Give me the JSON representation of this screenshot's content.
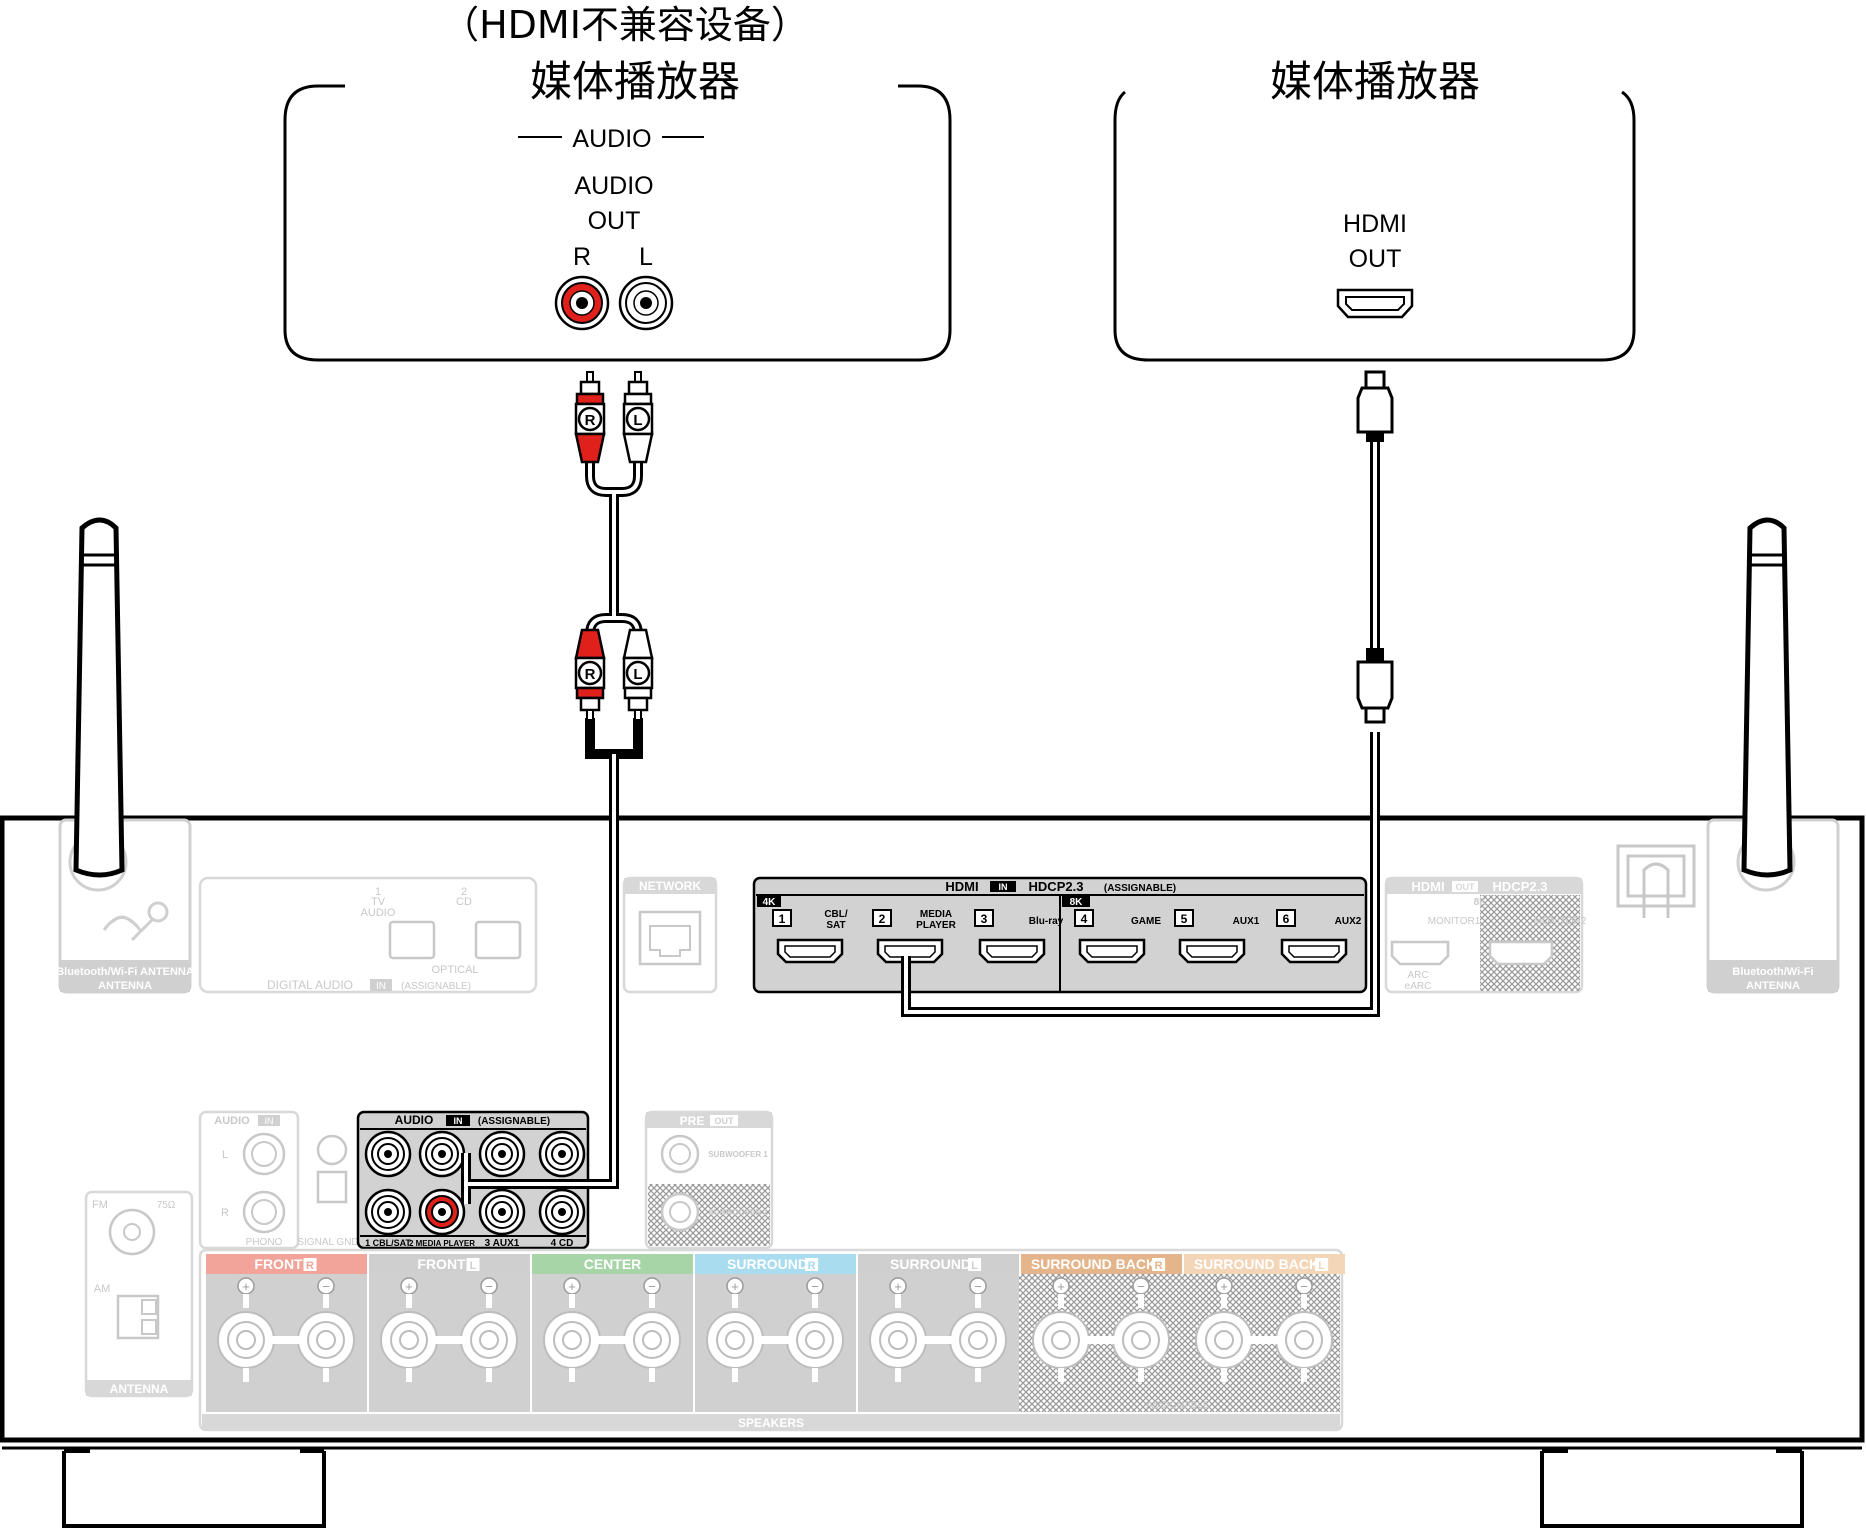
{
  "devices": {
    "left": {
      "note": "（HDMI不兼容设备）",
      "title": "媒体播放器",
      "section": "AUDIO",
      "port_line1": "AUDIO",
      "port_line2": "OUT",
      "r": "R",
      "l": "L"
    },
    "right": {
      "title": "媒体播放器",
      "port_line1": "HDMI",
      "port_line2": "OUT"
    }
  },
  "plugs": {
    "r": "R",
    "l": "L"
  },
  "receiver": {
    "bt_antenna": "Bluetooth/Wi-Fi ANTENNA",
    "digital": {
      "in1_num": "1",
      "in1_a": "TV",
      "in1_b": "AUDIO",
      "in2_num": "2",
      "in2_a": "CD",
      "optical": "OPTICAL",
      "footer": "DIGITAL AUDIO",
      "in": "IN",
      "assignable": "(ASSIGNABLE)"
    },
    "network": "NETWORK",
    "hdmi_in": {
      "title": "HDMI",
      "in": "IN",
      "hdcp": "HDCP2.3",
      "assignable": "(ASSIGNABLE)",
      "k4": "4K",
      "k8": "8K",
      "inputs": [
        {
          "num": "1",
          "name": "CBL/SAT"
        },
        {
          "num": "2",
          "name": "MEDIA PLAYER"
        },
        {
          "num": "3",
          "name": "Blu-ray"
        },
        {
          "num": "4",
          "name": "GAME"
        },
        {
          "num": "5",
          "name": "AUX1"
        },
        {
          "num": "6",
          "name": "AUX2"
        }
      ]
    },
    "hdmi_out": {
      "title": "HDMI",
      "out": "OUT",
      "hdcp": "HDCP2.3",
      "k8": "8K",
      "monitor1": "MONITOR1",
      "monitor2": "MONITOR2",
      "arc1": "ARC",
      "arc2": "eARC"
    },
    "audio_in_phono": {
      "title": "AUDIO",
      "in": "IN",
      "l": "L",
      "r": "R",
      "phono": "PHONO",
      "gnd": "SIGNAL GND"
    },
    "audio_in": {
      "title": "AUDIO",
      "in": "IN",
      "assignable": "(ASSIGNABLE)",
      "labels": [
        "1 CBL/SAT",
        "2 MEDIA PLAYER",
        "3 AUX1",
        "4 CD"
      ]
    },
    "pre_out": {
      "title": "PRE",
      "out": "OUT",
      "sub1": "SUBWOOFER 1",
      "sub2": "SUBWOOFER 2"
    },
    "antenna": {
      "fm": "FM",
      "ohm": "75Ω",
      "am": "AM",
      "footer": "ANTENNA"
    },
    "speakers": {
      "footer": "SPEAKERS",
      "assignable": "ASSIGNABLE",
      "groups": [
        {
          "name": "FRONT",
          "side": "R",
          "color": "#f2a49a"
        },
        {
          "name": "FRONT",
          "side": "L",
          "color": "#cfcfcf"
        },
        {
          "name": "CENTER",
          "side": "",
          "color": "#a8d5a8"
        },
        {
          "name": "SURROUND",
          "side": "R",
          "color": "#a9dcef"
        },
        {
          "name": "SURROUND",
          "side": "L",
          "color": "#cfcfcf"
        },
        {
          "name": "SURROUND BACK",
          "side": "R",
          "color": "#e4b48a"
        },
        {
          "name": "SURROUND BACK",
          "side": "L",
          "color": "#f3d6b8"
        }
      ]
    }
  }
}
